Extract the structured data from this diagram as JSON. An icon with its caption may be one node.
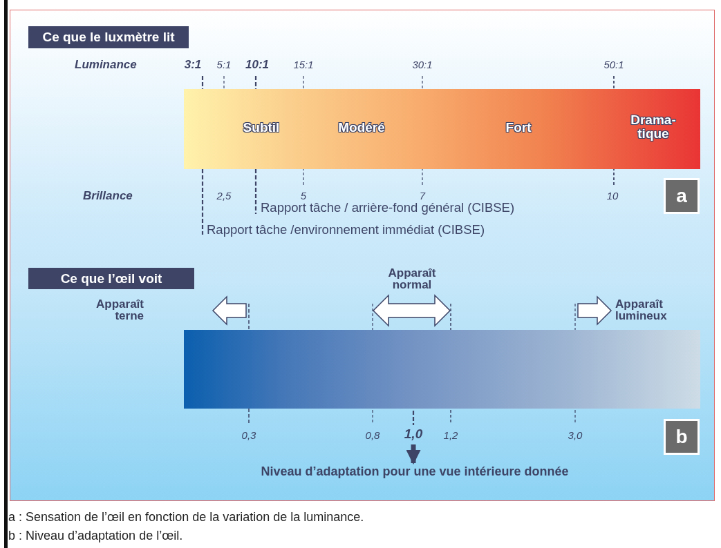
{
  "diagram": {
    "nodes": [
      {
        "text": [
          "Ce que le luxmètre lit"
        ]
      },
      {
        "text": [
          "Subtil",
          "Modéré",
          "Fort",
          "Drama- tique"
        ]
      },
      {
        "text": [
          "a"
        ]
      },
      {
        "text": [
          "Ce que l’œil voit"
        ]
      },
      {
        "text": [],
        "shape": "bar"
      },
      {
        "text": [
          "b"
        ]
      },
      {
        "text": [
          "1,0"
        ]
      },
      {
        "text": [
          "Niveau d’adaptation pour une vue intérieure donnée"
        ]
      }
    ],
    "edges": [
      {
        "from": 6,
        "to": 7,
        "arrow": "to",
        "style": "thick"
      },
      {
        "from": 4,
        "to": 6,
        "arrow": "none",
        "style": "dashed"
      }
    ],
    "labels": [
      "Luminance",
      "3:1",
      "5:1",
      "10:1",
      "15:1",
      "30:1",
      "50:1",
      "Brillance",
      "2,5",
      "5",
      "7",
      "10",
      "Rapport tâche / arrière-fond général (CIBSE)",
      "Rapport tâche /environnement immédiat (CIBSE)",
      "Apparaît terne",
      "Apparaît normal",
      "Apparaît lumineux",
      "0,3",
      "0,8",
      "1,2",
      "3,0",
      "a : Sensation de l’œil en fonction de la variation de la luminance.",
      "b : Niveau d’adaptation de l’œil."
    ]
  }
}
